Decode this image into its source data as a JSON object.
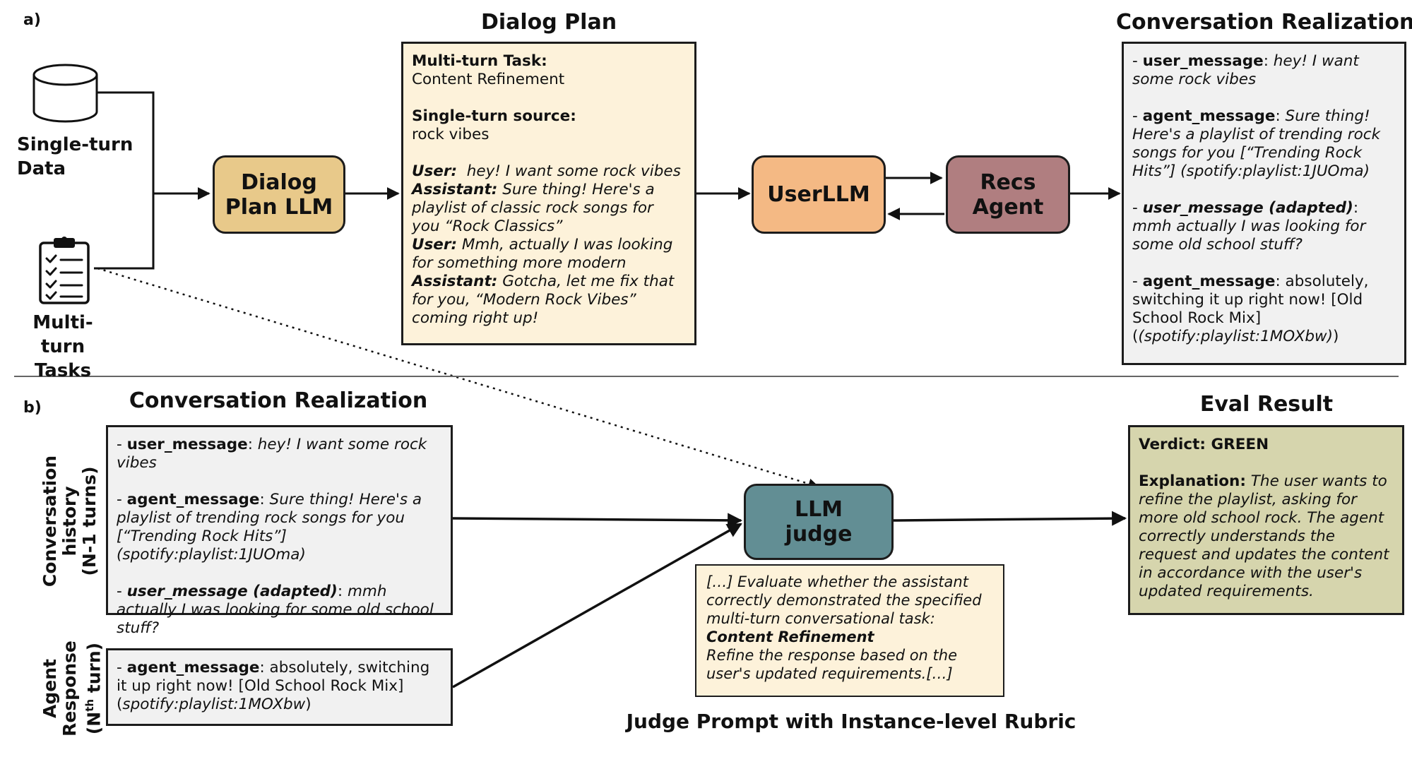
{
  "panel_a": {
    "label": "a)",
    "sources": {
      "data_label": [
        "Single-turn",
        "Data"
      ],
      "tasks_label": [
        "Multi-turn",
        "Tasks"
      ]
    },
    "dialog_plan_llm": [
      "Dialog",
      "Plan LLM"
    ],
    "dialog_plan": {
      "title": "Dialog Plan",
      "task_key": "Multi-turn Task:",
      "task_value": "Content Refinement",
      "source_key": "Single-turn source:",
      "source_value": "rock vibes",
      "turns": [
        {
          "speaker": "User:",
          "text": "  hey! I want some rock vibes"
        },
        {
          "speaker": "Assistant:",
          "text": " Sure thing! Here's a playlist of classic rock songs for you “Rock Classics”"
        },
        {
          "speaker": "User:",
          "text": " Mmh, actually I was looking for something more modern"
        },
        {
          "speaker": "Assistant:",
          "text": " Gotcha, let me fix that for you, “Modern Rock Vibes” coming right up!"
        }
      ]
    },
    "userllm": "UserLLM",
    "recs_agent": [
      "Recs",
      "Agent"
    ],
    "realization": {
      "title": "Conversation Realization",
      "m1_prefix": "- ",
      "m1_key": "user_message",
      "m1_sep": ": ",
      "m1_text": "hey! I want some rock vibes",
      "m2_prefix": "- ",
      "m2_key": "agent_message",
      "m2_sep": ": ",
      "m2_text": "Sure thing! Here's a playlist of trending rock songs for you [“Trending Rock Hits”] (spotify:playlist:1JUOma)",
      "m3_prefix": "- ",
      "m3_key": "user_message (adapted)",
      "m3_sep": ": ",
      "m3_text": "mmh actually I was looking for some old school stuff?",
      "m4_prefix": "- ",
      "m4_key": "agent_message",
      "m4_sep": ": ",
      "m4_text": "absolutely, switching it up right now! [Old School Rock Mix]",
      "m4_tail": "(spotify:playlist:1MOXbw)"
    }
  },
  "panel_b": {
    "label": "b)",
    "realization_title": "Conversation Realization",
    "history_label": [
      "Conversation",
      "history",
      "(N-1 turns)"
    ],
    "response_label_1": "Agent",
    "response_label_2": "Response",
    "response_label_3a": "(N",
    "response_label_3sup": "th",
    "response_label_3b": " turn)",
    "history": {
      "h1_prefix": "- ",
      "h1_key": "user_message",
      "h1_sep": ": ",
      "h1_text": "hey! I want some rock vibes",
      "h2_prefix": "- ",
      "h2_key": "agent_message",
      "h2_sep": ": ",
      "h2_text": "Sure thing! Here's a playlist of trending rock songs for you [“Trending Rock Hits”] (spotify:playlist:1JUOma)",
      "h3_prefix": "- ",
      "h3_key": "user_message (adapted)",
      "h3_sep": ": ",
      "h3_text": "mmh actually I was looking for some old school stuff?"
    },
    "response": {
      "prefix": "- ",
      "key": "agent_message",
      "sep": ": ",
      "text": "absolutely, switching it up right now! [Old School Rock Mix] (",
      "italic": "spotify:playlist:1MOXbw",
      "tail": ")"
    },
    "judge": [
      "LLM",
      "judge"
    ],
    "rubric": {
      "intro": "[…] Evaluate whether the assistant correctly demonstrated the specified multi-turn conversational task:",
      "task": "Content Refinement",
      "detail": "Refine the response based on the user's updated requirements.[…]"
    },
    "rubric_caption": "Judge Prompt with Instance-level Rubric",
    "eval": {
      "title": "Eval Result",
      "verdict": "Verdict: GREEN",
      "explanation_key": "Explanation:",
      "explanation_text": " The user wants to refine the playlist, asking for more old school rock. The agent correctly understands the request and updates the content in accordance with the user's updated requirements."
    }
  },
  "colors": {
    "dialog_plan_llm": "#e8c98a",
    "dialog_plan_box": "#fdf2da",
    "userllm": "#f4b984",
    "recs_agent": "#b07e80",
    "realization_box": "#f1f1f1",
    "llm_judge": "#628e94",
    "rubric_box": "#fdf2da",
    "eval_box": "#d6d5ad"
  },
  "icons": [
    "database-icon",
    "clipboard-checklist-icon"
  ]
}
